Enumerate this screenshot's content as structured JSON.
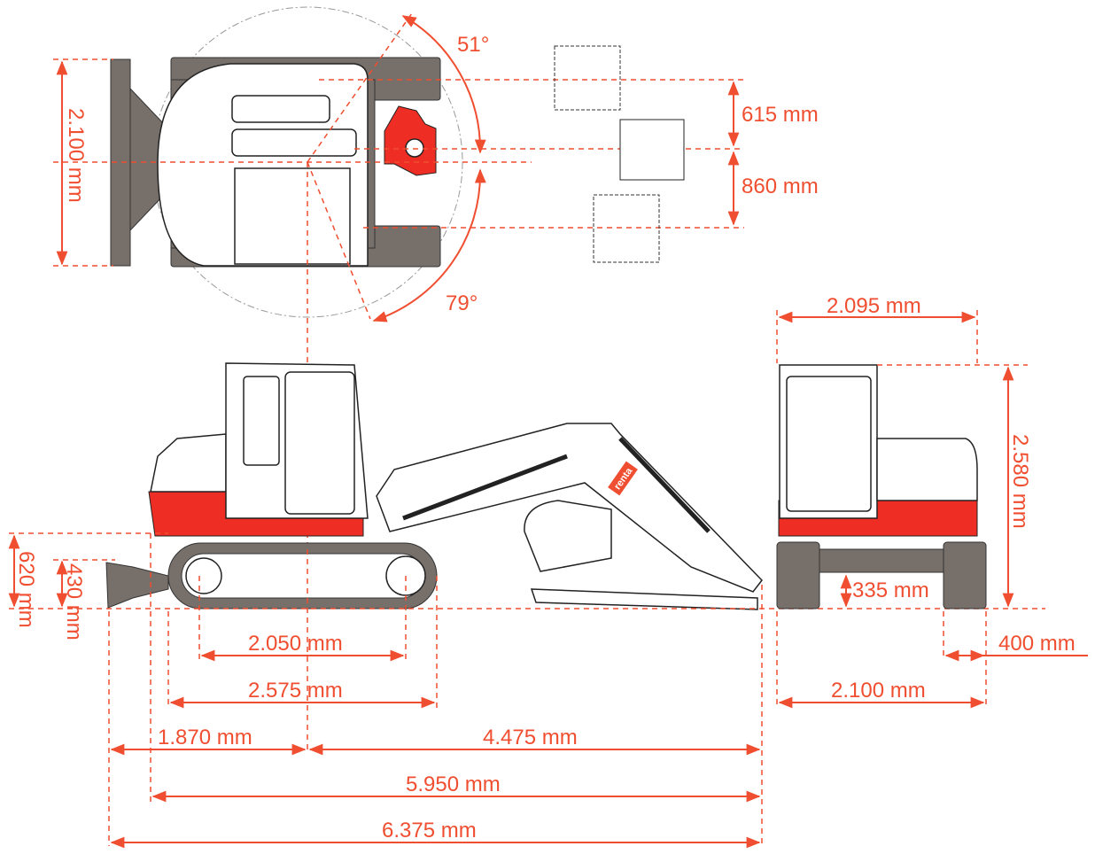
{
  "title": "Excavator dimension diagram",
  "brand": {
    "logo_text": "renta",
    "color": "#f04e30"
  },
  "colors": {
    "dimension": "#f04e30",
    "track": "#776f6a",
    "body_red": "#ee2d24"
  },
  "top_view": {
    "swing_left": "51°",
    "swing_right": "79°",
    "width": "2.100 mm",
    "offset_left": "615 mm",
    "offset_right": "860 mm"
  },
  "side_view": {
    "blade_height": "620 mm",
    "blade_lift": "430 mm",
    "tumbler_distance": "2.050 mm",
    "track_length": "2.575 mm",
    "blade_to_center": "1.870 mm",
    "center_to_boom": "4.475 mm",
    "track_to_boom": "5.950 mm",
    "overall_length": "6.375 mm"
  },
  "front_view": {
    "cab_width": "2.095 mm",
    "height": "2.580 mm",
    "ground_clearance": "335 mm",
    "shoe_width": "400 mm",
    "track_width": "2.100 mm"
  }
}
